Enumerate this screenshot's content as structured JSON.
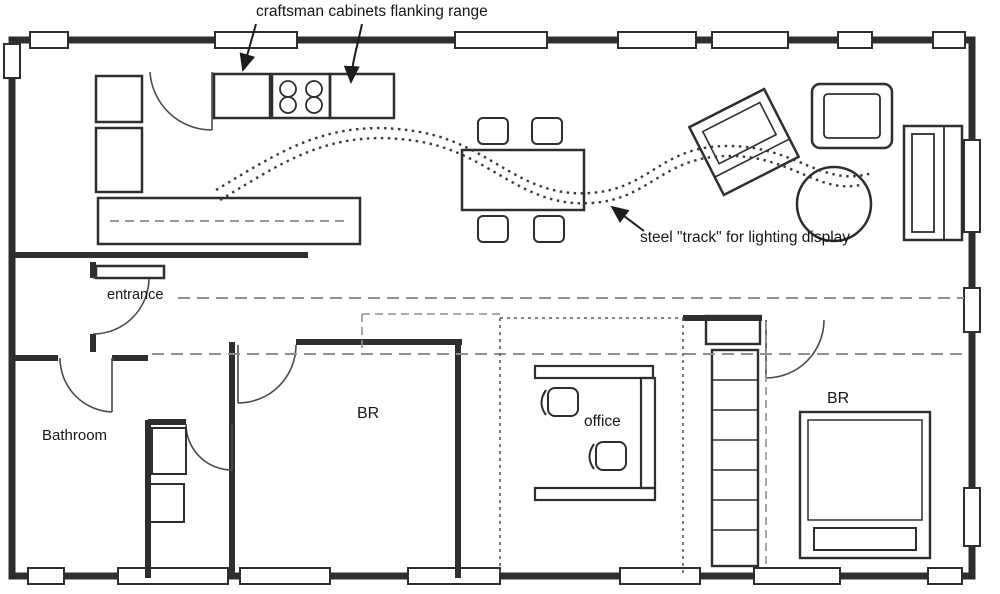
{
  "colors": {
    "line": "#2e2e2e",
    "dash": "#8f8f8f",
    "text": "#161616",
    "background": "#ffffff"
  },
  "annotations": {
    "cabinets": "craftsman cabinets flanking range",
    "track": "steel \"track\" for lighting display"
  },
  "rooms": {
    "entrance": "entrance",
    "bathroom": "Bathroom",
    "bedroom_left": "BR",
    "office": "office",
    "bedroom_right": "BR"
  }
}
